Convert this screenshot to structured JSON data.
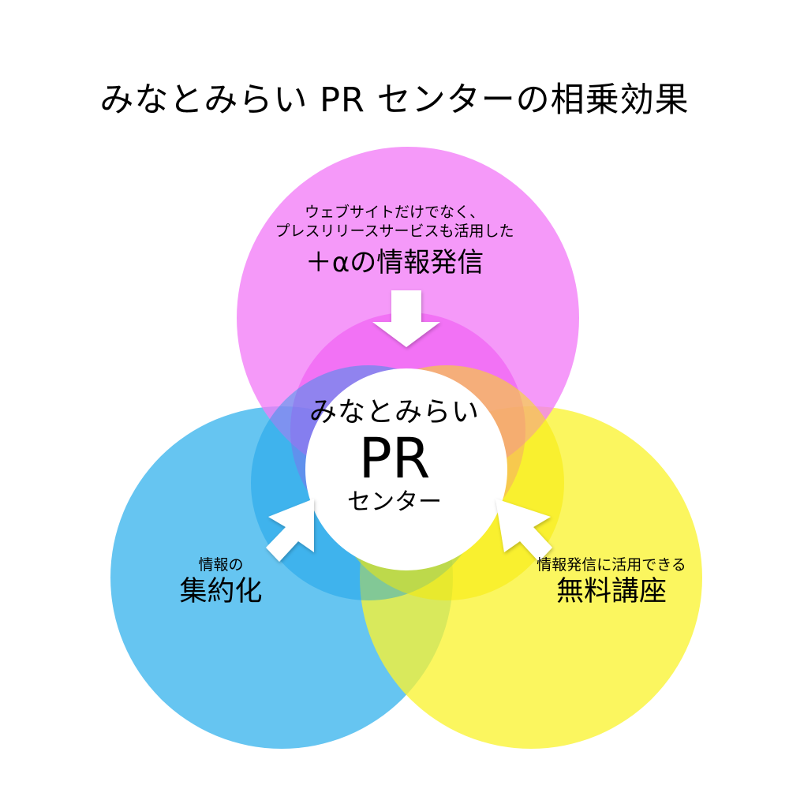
{
  "title": "みなとみらい PR センターの相乗効果",
  "circles": {
    "top": {
      "color": "#f27cf7",
      "line1": "ウェブサイトだけでなく、",
      "line2": "プレスリリースサービスも活用した",
      "headline": "＋αの情報発信"
    },
    "left": {
      "color": "#1eaaeb",
      "line1": "情報の",
      "headline": "集約化"
    },
    "right": {
      "color": "#faf332",
      "line1": "情報発信に活用できる",
      "headline": "無料講座"
    },
    "center": {
      "color": "#ffffff",
      "line1": "みなとみらい",
      "line2": "PR",
      "line3": "センター"
    }
  }
}
